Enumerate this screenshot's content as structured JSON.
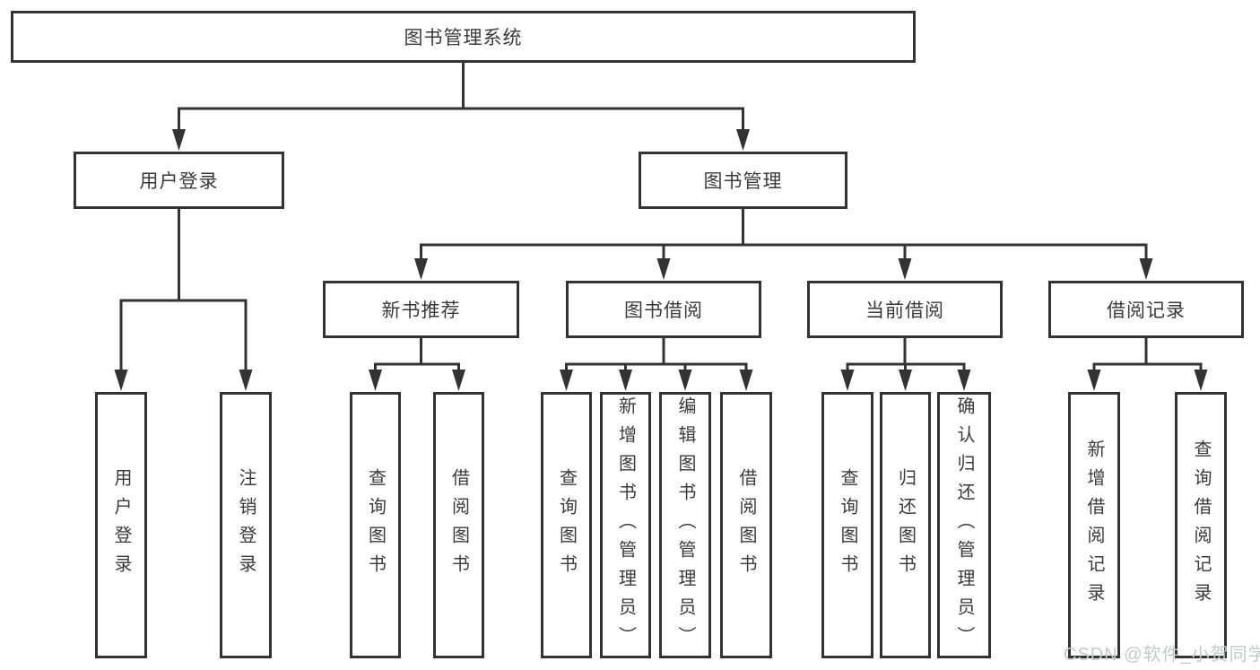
{
  "tree": {
    "root": {
      "label": "图书管理系统",
      "children": [
        {
          "label": "用户登录",
          "children": [
            {
              "label": "用户登录"
            },
            {
              "label": "注销登录"
            }
          ]
        },
        {
          "label": "图书管理",
          "children": [
            {
              "label": "新书推荐",
              "children": [
                {
                  "label": "查询图书"
                },
                {
                  "label": "借阅图书"
                }
              ]
            },
            {
              "label": "图书借阅",
              "children": [
                {
                  "label": "查询图书"
                },
                {
                  "label": "新增图书（管理员）"
                },
                {
                  "label": "编辑图书（管理员）"
                },
                {
                  "label": "借阅图书"
                }
              ]
            },
            {
              "label": "当前借阅",
              "children": [
                {
                  "label": "查询图书"
                },
                {
                  "label": "归还图书"
                },
                {
                  "label": "确认归还（管理员）"
                }
              ]
            },
            {
              "label": "借阅记录",
              "children": [
                {
                  "label": "新增借阅记录"
                },
                {
                  "label": "查询借阅记录"
                }
              ]
            }
          ]
        }
      ]
    }
  },
  "watermark": {
    "text": "CSDN @软件_小贺同学"
  },
  "colors": {
    "line": "#333333",
    "box_border": "#333333",
    "text": "#3a3a3a",
    "watermark": "#c5c8cd",
    "background": "#ffffff"
  }
}
